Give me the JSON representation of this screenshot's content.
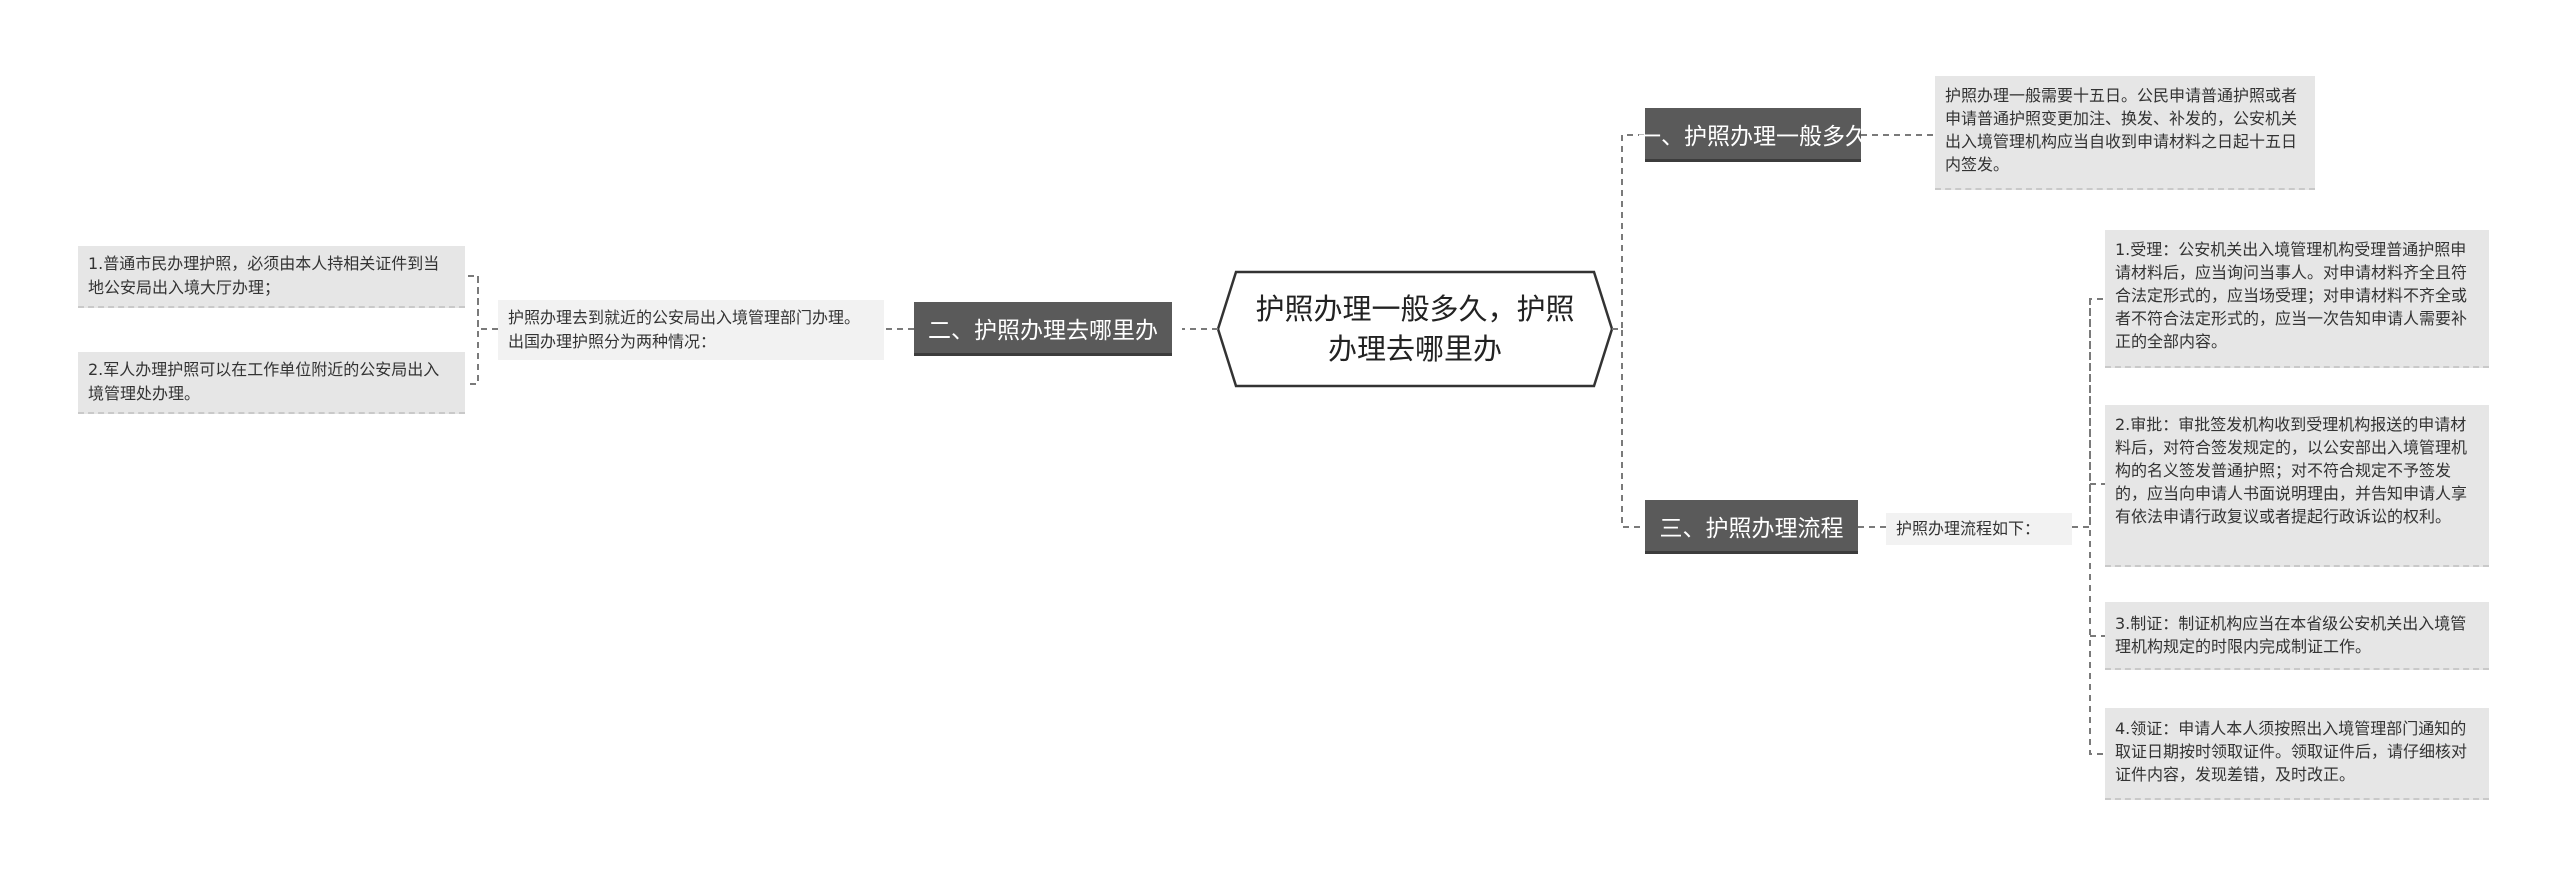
{
  "root": {
    "title": "护照办理一般多久，护照办理去哪里办"
  },
  "branch1": {
    "label": "一、护照办理一般多久",
    "detail": "护照办理一般需要十五日。公民申请普通护照或者申请普通护照变更加注、换发、补发的，公安机关出入境管理机构应当自收到申请材料之日起十五日内签发。"
  },
  "branch2": {
    "label": "二、护照办理去哪里办",
    "intro": "护照办理去到就近的公安局出入境管理部门办理。出国办理护照分为两种情况：",
    "items": [
      "1.普通市民办理护照，必须由本人持相关证件到当地公安局出入境大厅办理；",
      "2.军人办理护照可以在工作单位附近的公安局出入境管理处办理。"
    ]
  },
  "branch3": {
    "label": "三、护照办理流程",
    "intro": "护照办理流程如下：",
    "steps": [
      "1.受理：公安机关出入境管理机构受理普通护照申请材料后，应当询问当事人。对申请材料齐全且符合法定形式的，应当场受理；对申请材料不齐全或者不符合法定形式的，应当一次告知申请人需要补正的全部内容。",
      "2.审批：审批签发机构收到受理机构报送的申请材料后，对符合签发规定的，以公安部出入境管理机构的名义签发普通护照；对不符合规定不予签发的，应当向申请人书面说明理由，并告知申请人享有依法申请行政复议或者提起行政诉讼的权利。",
      "3.制证：制证机构应当在本省级公安机关出入境管理机构规定的时限内完成制证工作。",
      "4.领证：申请人本人须按照出入境管理部门通知的取证日期按时领取证件。领取证件后，请仔细核对证件内容，发现差错，及时改正。"
    ]
  }
}
